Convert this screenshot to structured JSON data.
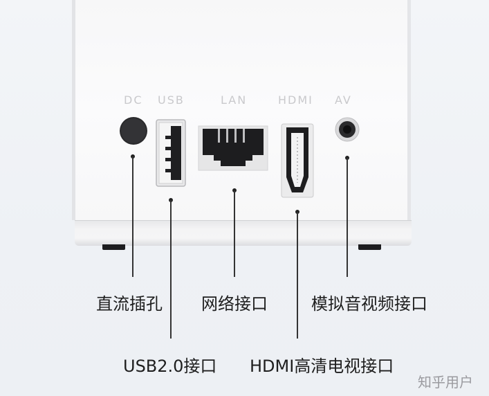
{
  "port_labels": {
    "dc": "DC",
    "usb": "USB",
    "lan": "LAN",
    "hdmi": "HDMI",
    "av": "AV"
  },
  "callouts": {
    "dc": "直流插孔",
    "lan": "网络接口",
    "av": "模拟音视频接口",
    "usb": "USB2.0接口",
    "hdmi": "HDMI高清电视接口"
  },
  "watermark": "知乎用户",
  "colors": {
    "device_body": "#f7f7f8",
    "port_label": "#c9c9cc",
    "connector_dark": "#1d1d1f",
    "leader_line": "#333333"
  }
}
